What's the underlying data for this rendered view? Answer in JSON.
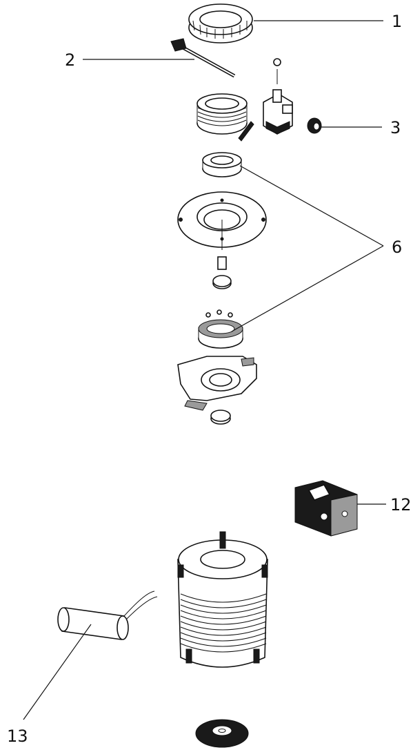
{
  "callouts": [
    {
      "id": "1",
      "label": "1"
    },
    {
      "id": "2",
      "label": "2"
    },
    {
      "id": "3",
      "label": "3"
    },
    {
      "id": "6",
      "label": "6"
    },
    {
      "id": "12",
      "label": "12"
    },
    {
      "id": "13",
      "label": "13"
    }
  ],
  "colors": {
    "ink": "#111111",
    "background": "#ffffff"
  }
}
